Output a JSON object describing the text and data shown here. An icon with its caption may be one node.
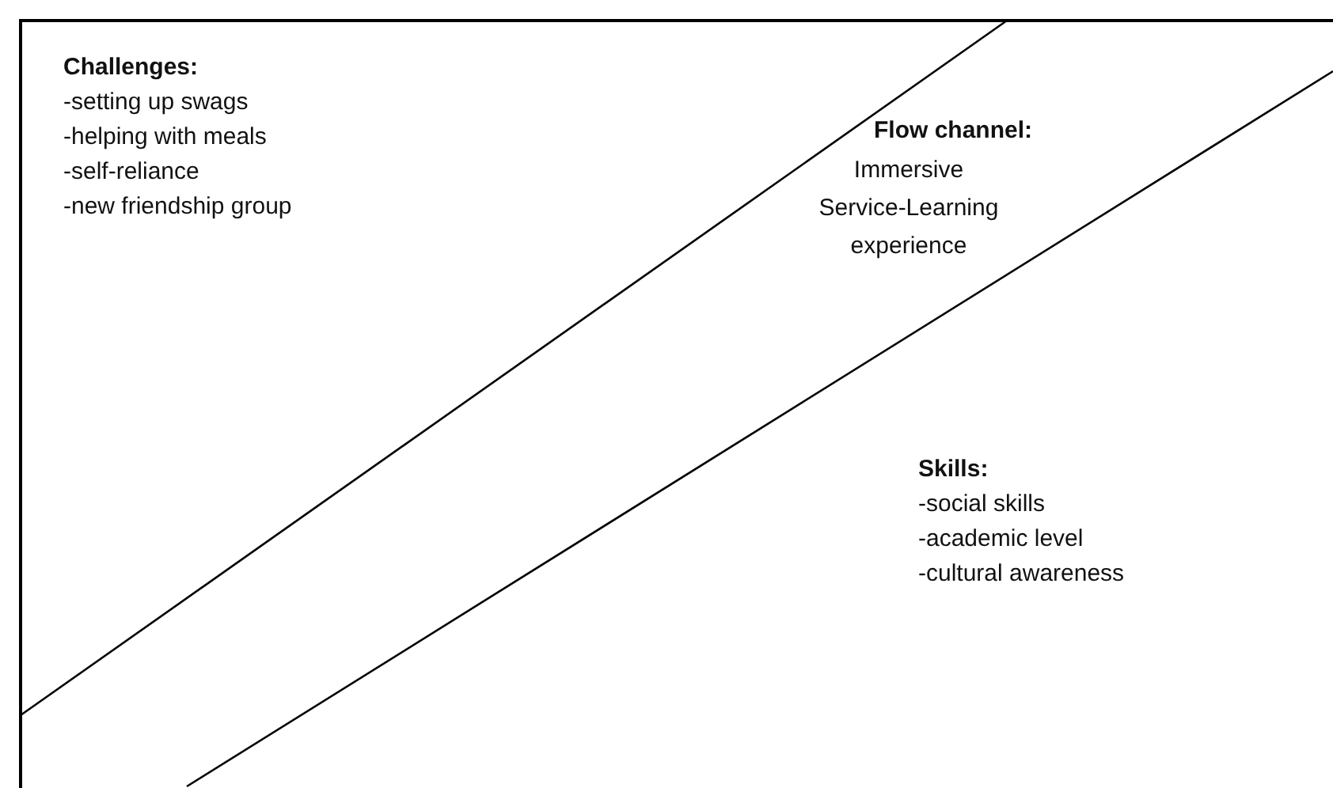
{
  "diagram": {
    "nodes": [
      {
        "text": [
          "Challenges:",
          "-setting up swags",
          "-helping with meals",
          "-self-reliance",
          "-new friendship group"
        ]
      },
      {
        "text": [
          "Flow channel:",
          "Immersive Service-Learning experience"
        ]
      },
      {
        "text": [
          "Skills:",
          "-social skills",
          "-academic level",
          "-cultural awareness"
        ]
      }
    ]
  }
}
